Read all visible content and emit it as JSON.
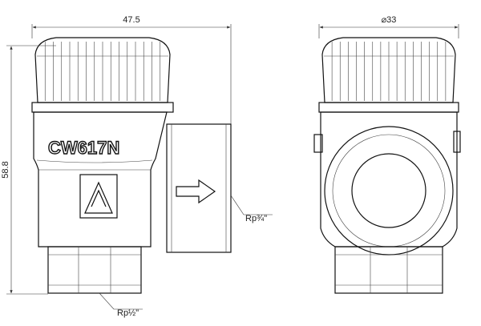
{
  "dimensions": {
    "width": "47.5",
    "height": "58.8",
    "diameter": "⌀33",
    "outlet_thread": "Rp¾\"",
    "inlet_thread": "Rp½\""
  },
  "body_marking": "CW617N",
  "icons": {
    "brand_logo": "triangle-logo-icon",
    "flow_arrow": "flow-arrow-icon"
  }
}
